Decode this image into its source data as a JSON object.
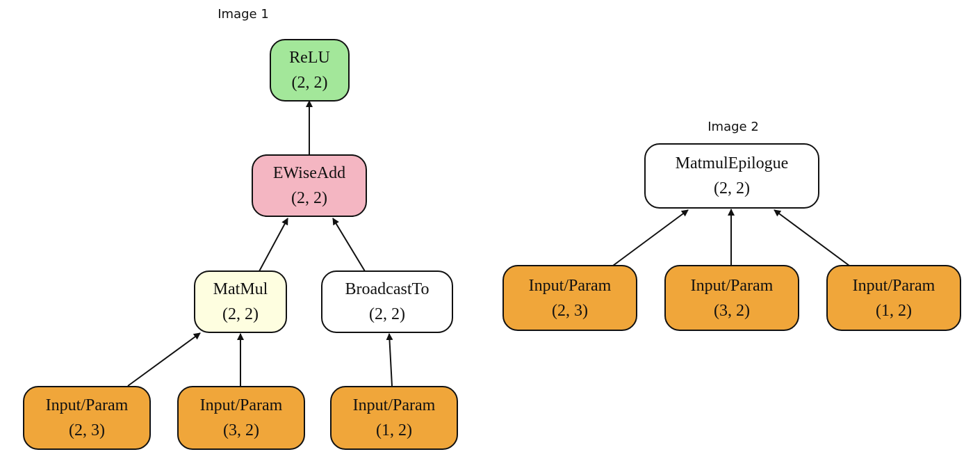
{
  "captions": {
    "image1": "Image 1",
    "image2": "Image 2"
  },
  "colors": {
    "relu": "#a3e79a",
    "ewiseadd": "#f4b6c2",
    "matmul": "#fefee0",
    "plain": "#ffffff",
    "input": "#f0a63a",
    "stroke": "#111111"
  },
  "graph1": {
    "relu": {
      "label": "ReLU",
      "shape": "(2, 2)"
    },
    "ewiseadd": {
      "label": "EWiseAdd",
      "shape": "(2, 2)"
    },
    "matmul": {
      "label": "MatMul",
      "shape": "(2, 2)"
    },
    "broadcast": {
      "label": "BroadcastTo",
      "shape": "(2, 2)"
    },
    "input_a": {
      "label": "Input/Param",
      "shape": "(2, 3)"
    },
    "input_b": {
      "label": "Input/Param",
      "shape": "(3, 2)"
    },
    "input_c": {
      "label": "Input/Param",
      "shape": "(1, 2)"
    }
  },
  "graph2": {
    "epilogue": {
      "label": "MatmulEpilogue",
      "shape": "(2, 2)"
    },
    "input_a": {
      "label": "Input/Param",
      "shape": "(2, 3)"
    },
    "input_b": {
      "label": "Input/Param",
      "shape": "(3, 2)"
    },
    "input_c": {
      "label": "Input/Param",
      "shape": "(1, 2)"
    }
  }
}
